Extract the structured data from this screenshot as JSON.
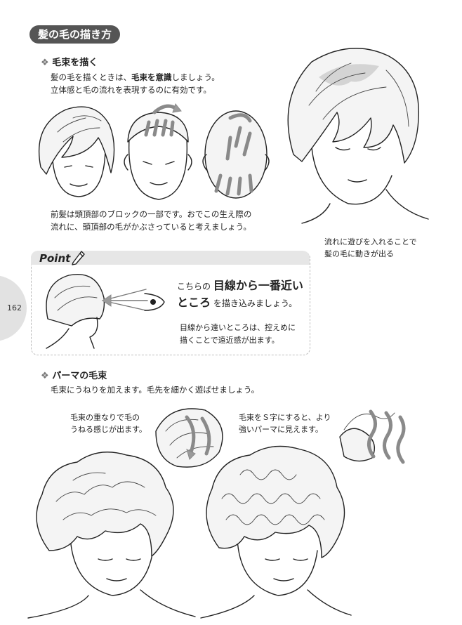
{
  "page": {
    "title": "髪の毛の描き方",
    "page_number": "162"
  },
  "section1": {
    "mark": "❖",
    "heading": "毛束を描く",
    "line1_a": "髪の毛を描くときは、",
    "line1_b": "毛束を意識",
    "line1_c": "しましょう。",
    "line2": "立体感と毛の流れを表現するのに有効です。",
    "caption_line1": "前髪は頭頂部のブロックの一部です。おでこの生え際の",
    "caption_line2": "流れに、頭頂部の毛がかぶさっていると考えましょう。",
    "side_caption_line1": "流れに遊びを入れることで",
    "side_caption_line2": "髪の毛に動きが出る"
  },
  "point": {
    "label": "Point",
    "pre": "こちらの",
    "emph1": "目線から一番近い",
    "emph2": "ところ",
    "post": "を描き込みましょう。",
    "note_line1": "目線から遠いところは、控えめに",
    "note_line2": "描くことで遠近感が出ます。"
  },
  "section2": {
    "mark": "❖",
    "heading": "パーマの毛束",
    "intro": "毛束にうねりを加えます。毛先を細かく遊ばせましょう。",
    "left_note_line1": "毛束の重なりで毛の",
    "left_note_line2": "うねる感じが出ます。",
    "right_note_line1": "毛束をＳ字にすると、より",
    "right_note_line2": "強いパーマに見えます。"
  }
}
